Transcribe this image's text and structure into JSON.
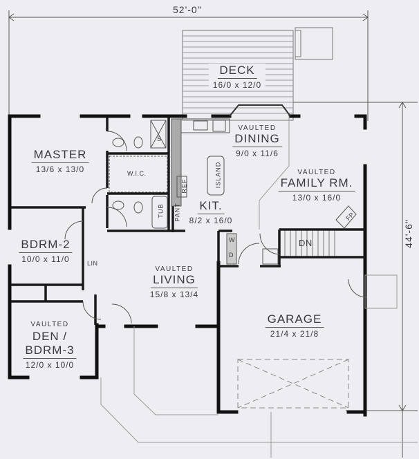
{
  "plan": {
    "overall_width": "52'-0\"",
    "overall_depth": "44'-6\""
  },
  "rooms": {
    "deck": {
      "name": "DECK",
      "dims": "16/0 x 12/0"
    },
    "master": {
      "name": "MASTER",
      "dims": "13/6 x 13/0"
    },
    "dining": {
      "qualifier": "VAULTED",
      "name": "DINING",
      "dims": "9/0 x 11/6"
    },
    "family": {
      "qualifier": "VAULTED",
      "name": "FAMILY RM.",
      "dims": "13/0 x 16/0"
    },
    "kitchen": {
      "name": "KIT.",
      "dims": "8/2 x 16/0"
    },
    "bdrm2": {
      "name": "BDRM-2",
      "dims": "10/0 x 11/0"
    },
    "living": {
      "qualifier": "VAULTED",
      "name": "LIVING",
      "dims": "15/8 x 13/4"
    },
    "den": {
      "qualifier": "VAULTED",
      "name": "DEN /",
      "name2": "BDRM-3",
      "dims": "12/0 x 10/0"
    },
    "garage": {
      "name": "GARAGE",
      "dims": "21/4 x 21/8"
    }
  },
  "fixtures": {
    "wic": "W.I.C.",
    "shower": "S",
    "tub": "TUB",
    "pantry": "PANT",
    "ref": "REF",
    "island": "ISLAND",
    "linen": "LIN",
    "fireplace": "FP",
    "stairs": "DN",
    "washer": "W",
    "dryer": "D"
  }
}
